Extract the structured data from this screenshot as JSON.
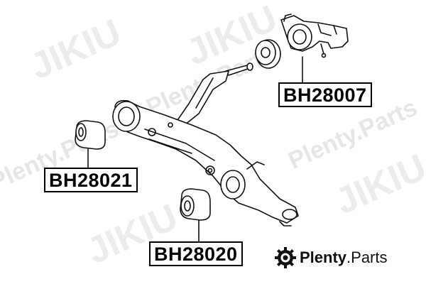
{
  "parts": {
    "bushing_top": "BH28007",
    "bushing_left": "BH28021",
    "bushing_bottom": "BH28020"
  },
  "brand": {
    "name_bold": "Plenty",
    "name_rest": ".Parts",
    "logo_icon": "gear-logo-icon"
  },
  "watermark": {
    "text": "Plenty.Parts",
    "logo_text": "JIKIU"
  }
}
